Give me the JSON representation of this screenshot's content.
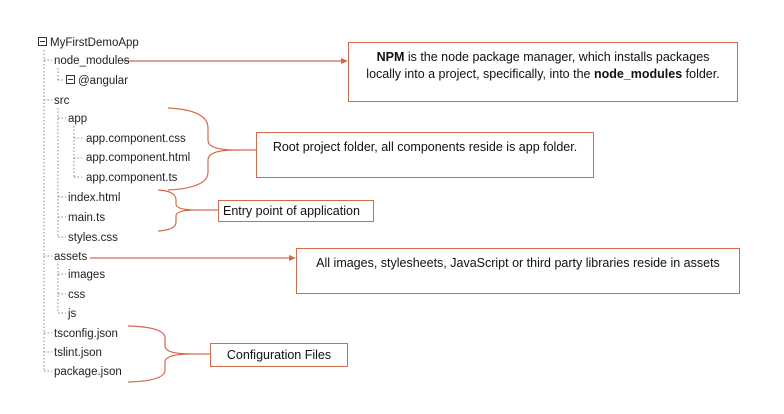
{
  "tree": {
    "root": "MyFirstDemoApp",
    "node_modules": "node_modules",
    "angular": "@angular",
    "src": "src",
    "app": "app",
    "app_css": "app.component.css",
    "app_html": "app.component.html",
    "app_ts": "app.component.ts",
    "index_html": "index.html",
    "main_ts": "main.ts",
    "styles_css": "styles.css",
    "assets": "assets",
    "images": "images",
    "css": "css",
    "js": "js",
    "tsconfig": "tsconfig.json",
    "tslint": "tslint.json",
    "package": "package.json"
  },
  "notes": {
    "npm_bold": "NPM",
    "npm_text1": " is the node package manager, which installs packages locally into a project, specifically, into the ",
    "npm_bold2": "node_modules",
    "npm_text2": " folder.",
    "root_folder": "Root project folder, all components reside is app folder.",
    "entry": "Entry point of application",
    "assets": "All images, stylesheets, JavaScript or third party libraries reside in assets",
    "config": "Configuration Files"
  },
  "colors": {
    "accent": "#d46a4c",
    "tree_line": "#888888"
  }
}
